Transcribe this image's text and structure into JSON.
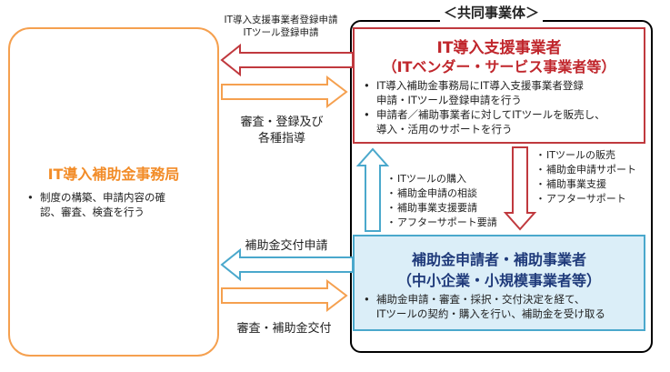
{
  "consortium": {
    "title": "＜共同事業体＞"
  },
  "secretariat": {
    "title": "IT導入補助金事務局",
    "bullets": [
      "制度の構築、申請内容の確",
      "認、審査、検査を行う"
    ]
  },
  "support_vendor": {
    "title_line1": "IT導入支援事業者",
    "title_line2": "（ITベンダー・サービス事業者等）",
    "bullets": [
      [
        "IT導入補助金事務局にIT導入支援事業者登録",
        "申請・ITツール登録申請を行う"
      ],
      [
        "申請者／補助事業者に対してITツールを販売し、",
        "導入・活用のサポートを行う"
      ]
    ]
  },
  "applicant": {
    "title_line1": "補助金申請者・補助事業者",
    "title_line2": "（中小企業・小規模事業者等）",
    "bullets": [
      [
        "補助金申請・審査・採択・交付決定を経て、",
        "ITツールの契約・購入を行い、補助金を受け取る"
      ]
    ]
  },
  "flows": {
    "vendor_to_office": [
      "IT導入支援事業者登録申請",
      "ITツール登録申請"
    ],
    "office_to_vendor": [
      "審査・登録及び",
      "各種指導"
    ],
    "applicant_to_office": "補助金交付申請",
    "office_to_applicant": "審査・補助金交付",
    "applicant_to_vendor": [
      "ITツールの購入",
      "補助金申請の相談",
      "補助事業支援要請",
      "アフターサポート要請"
    ],
    "vendor_to_applicant": [
      "ITツールの販売",
      "補助金申請サポート",
      "補助事業支援",
      "アフターサポート"
    ]
  },
  "colors": {
    "orange": "#f5a04f",
    "orange_text": "#f28c28",
    "red": "#c0393e",
    "red_text": "#c0262c",
    "blue": "#4aa8cc",
    "blue_fill": "#dbeef8",
    "blue_text": "#1f3a7a"
  }
}
